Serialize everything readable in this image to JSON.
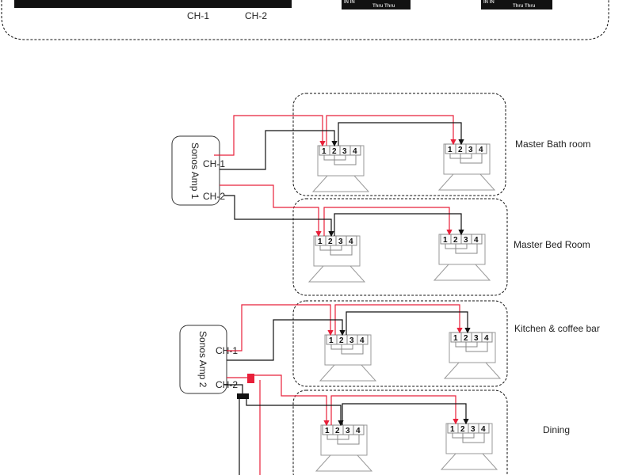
{
  "top": {
    "ch1": "CH-1",
    "ch2": "CH-2",
    "device_in": "IN  IN",
    "device_thru": "Thru  Thru"
  },
  "amps": [
    {
      "name": "Sonos Amp 1",
      "ch1": "CH-1",
      "ch2": "CH-2"
    },
    {
      "name": "Sonos Amp 2",
      "ch1": "CH-1",
      "ch2": "CH-2"
    }
  ],
  "zones": [
    {
      "label": "Master Bath room"
    },
    {
      "label": "Master Bed Room"
    },
    {
      "label": "Kitchen & coffee bar"
    },
    {
      "label": "Dining"
    }
  ],
  "terminals": [
    "1",
    "2",
    "3",
    "4"
  ],
  "colors": {
    "positive_wire": "#e8203a",
    "negative_wire": "#111111"
  }
}
